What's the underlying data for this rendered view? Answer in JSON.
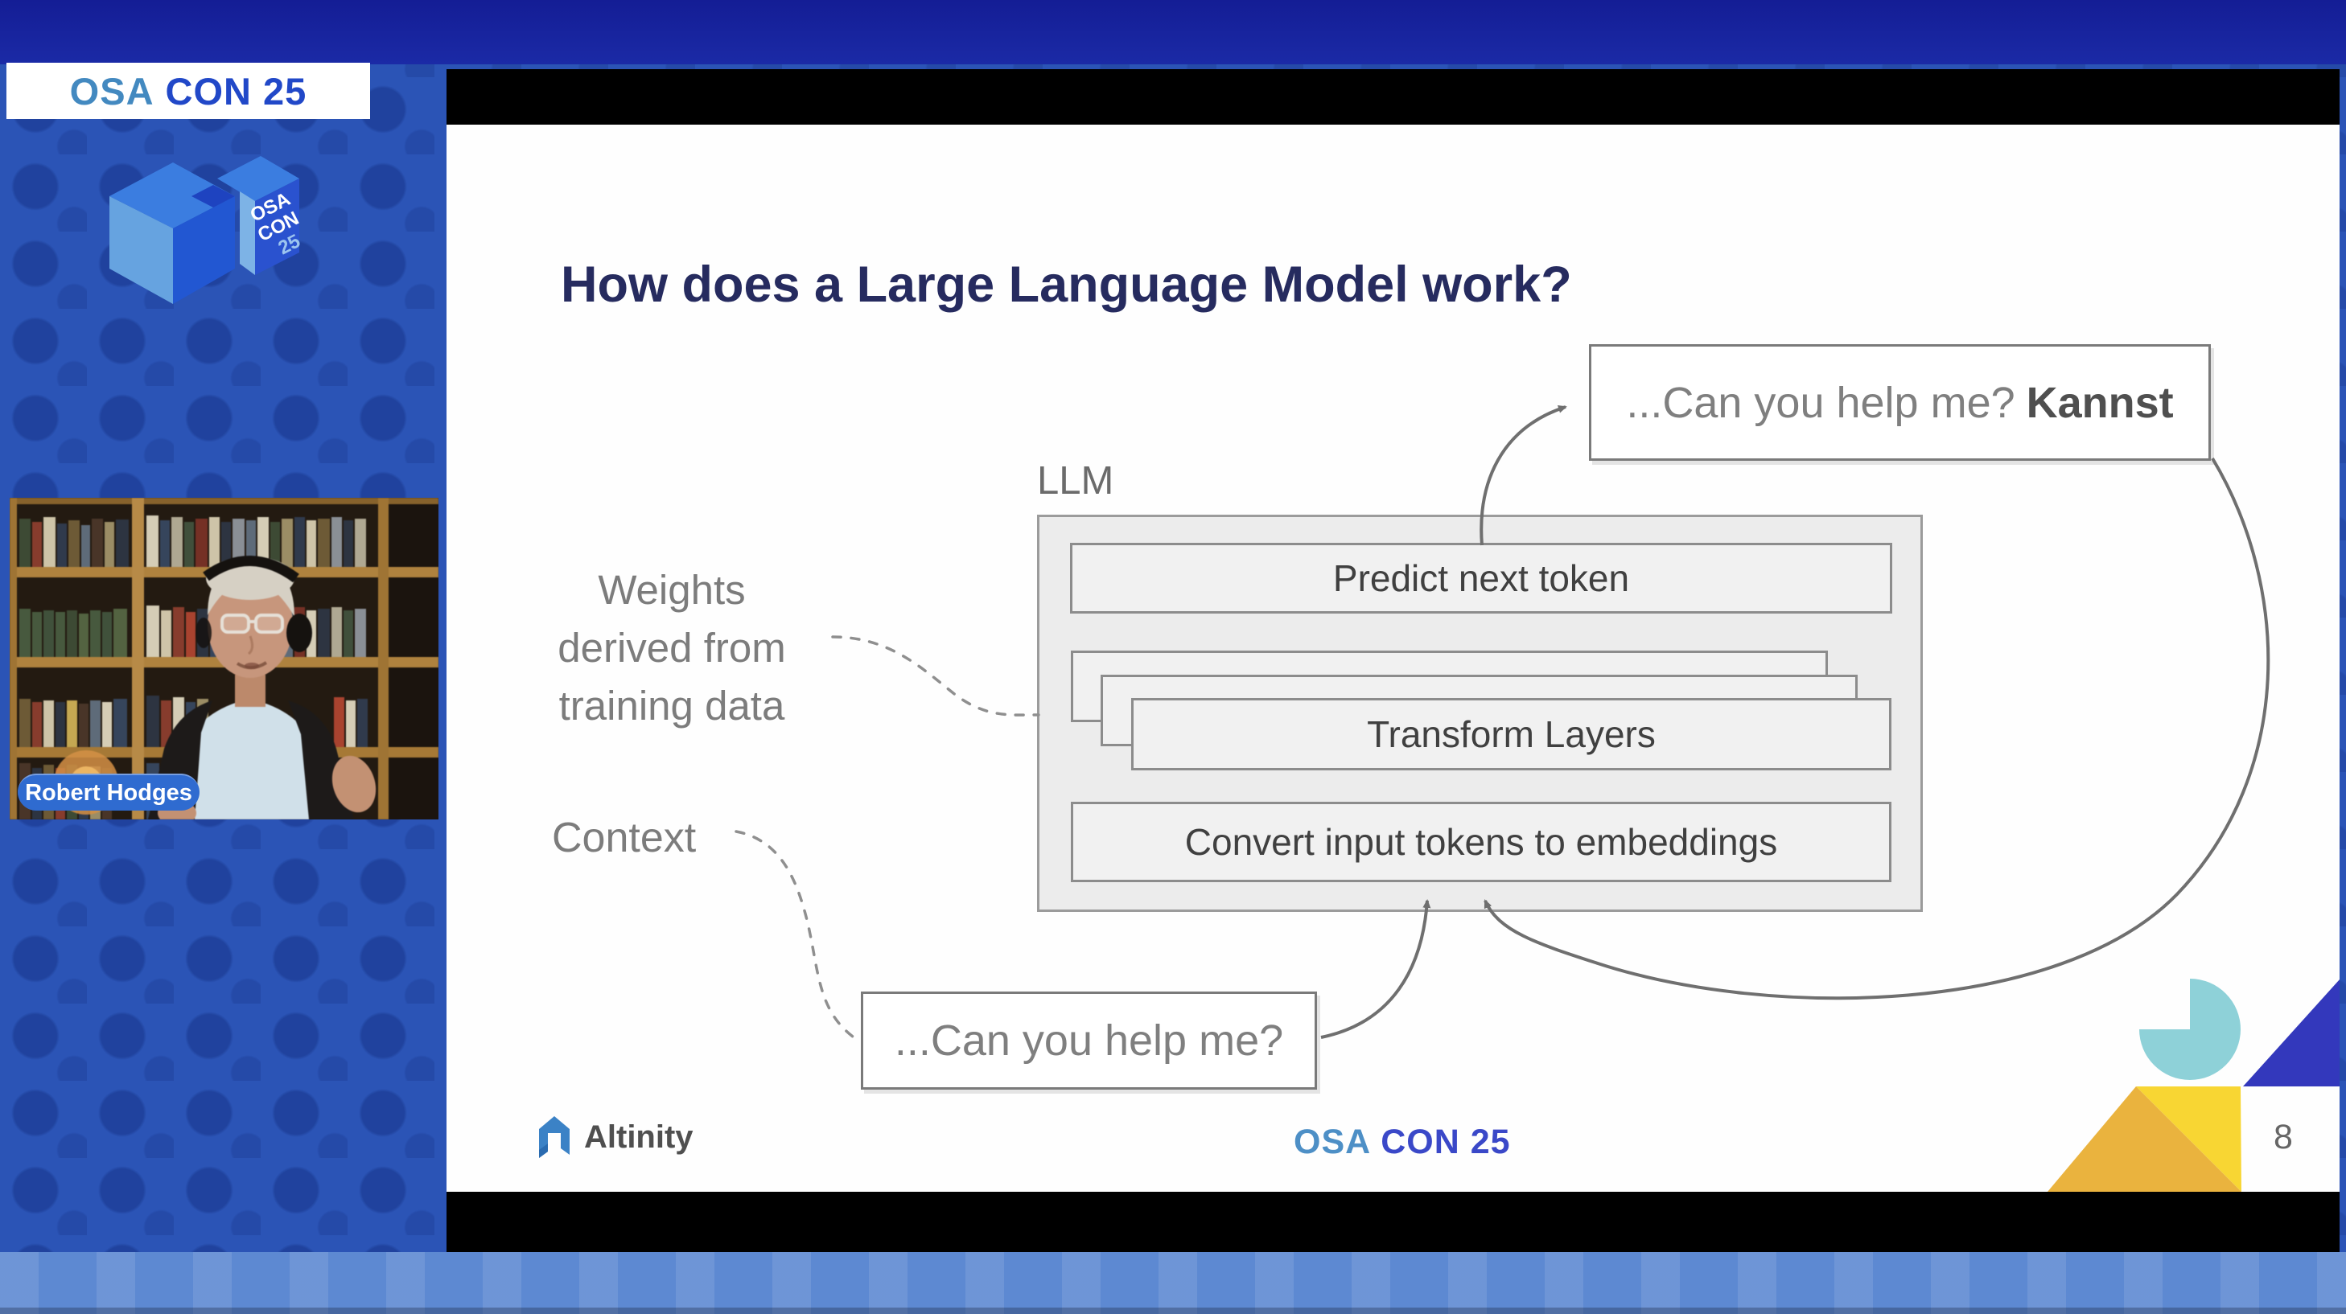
{
  "banner": {
    "osa": "OSA",
    "con": "CON 25"
  },
  "logo_cube": {
    "line1": "OSA",
    "line2": "CON",
    "line3": "25"
  },
  "speaker": {
    "name": "Robert Hodges"
  },
  "slide": {
    "title": "How does a Large Language Model work?",
    "llm_label": "LLM",
    "predict_box": "Predict next token",
    "transform_box": "Transform Layers",
    "convert_box": "Convert input tokens to embeddings",
    "weights_lines": [
      "Weights",
      "derived from",
      "training data"
    ],
    "context_label": "Context",
    "input_text": "...Can you help me?",
    "output_text": "...Can you help me?",
    "output_bold": "Kannst",
    "page_number": "8"
  },
  "footer": {
    "altinity": "Altinity",
    "osa": "OSA",
    "con": "CON 25"
  },
  "colors": {
    "background_blue": "#2b54b6",
    "top_band_navy": "#161f9b",
    "banner_osa_blue": "#4389c0",
    "banner_con_blue": "#2148c8",
    "slide_title_navy": "#262b5f",
    "pill_blue": "#2f6bd0",
    "altinity_blue": "#3b82c6",
    "footer_osa_blue": "#4d8fc6",
    "footer_con_blue": "#3a48c8",
    "teal_shape": "#8ed1d8",
    "royal_triangle": "#3338bc",
    "yellow_shape": "#f8d633",
    "gold_shape": "#eab33e"
  }
}
